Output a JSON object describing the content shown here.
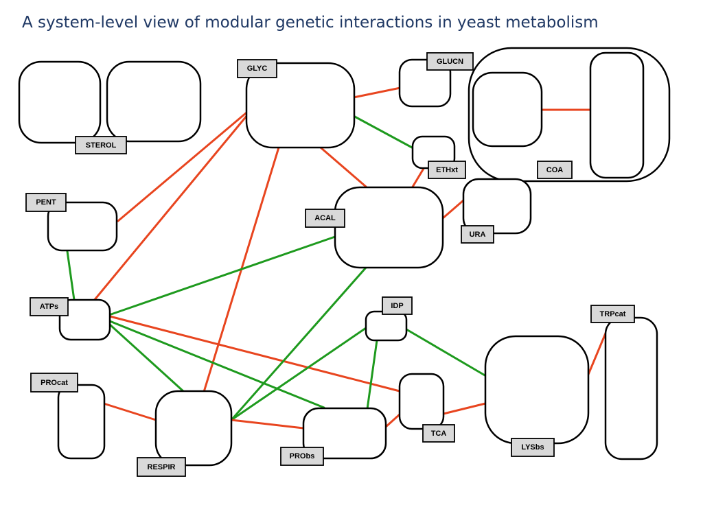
{
  "title": "A system-level view of modular genetic interactions in yeast metabolism",
  "colors": {
    "negative": "#e8451f",
    "positive": "#1e9a1e",
    "label_fill": "#d9d9d9",
    "title": "#1f3864"
  },
  "labels": {
    "STEROL": "STEROL",
    "GLYC": "GLYC",
    "GLUCN": "GLUCN",
    "ETHxt": "ETHxt",
    "COA": "COA",
    "PENT": "PENT",
    "ACAL": "ACAL",
    "URA": "URA",
    "ATPs": "ATPs",
    "IDP": "IDP",
    "TRPcat": "TRPcat",
    "PROcat": "PROcat",
    "TCA": "TCA",
    "LYSbs": "LYSbs",
    "PRObs": "PRObs",
    "RESPIR": "RESPIR"
  },
  "interactions": [
    {
      "from": "GLYC",
      "to": "GLUCN",
      "type": "negative"
    },
    {
      "from": "GLYC",
      "to": "ETHxt",
      "type": "positive"
    },
    {
      "from": "GLYC",
      "to": "ACAL",
      "type": "negative"
    },
    {
      "from": "GLYC",
      "to": "PENT",
      "type": "negative"
    },
    {
      "from": "GLYC",
      "to": "ATPs",
      "type": "negative"
    },
    {
      "from": "GLYC",
      "to": "RESPIR",
      "type": "negative"
    },
    {
      "from": "COA",
      "to": "COA",
      "type": "negative"
    },
    {
      "from": "ETHxt",
      "to": "ACAL",
      "type": "negative"
    },
    {
      "from": "URA",
      "to": "ACAL",
      "type": "negative"
    },
    {
      "from": "PENT",
      "to": "ATPs",
      "type": "positive"
    },
    {
      "from": "ATPs",
      "to": "ACAL",
      "type": "positive"
    },
    {
      "from": "ATPs",
      "to": "RESPIR",
      "type": "positive"
    },
    {
      "from": "ATPs",
      "to": "PRObs",
      "type": "positive"
    },
    {
      "from": "ATPs",
      "to": "TCA",
      "type": "negative"
    },
    {
      "from": "ACAL",
      "to": "RESPIR",
      "type": "positive"
    },
    {
      "from": "IDP",
      "to": "RESPIR",
      "type": "positive"
    },
    {
      "from": "IDP",
      "to": "PRObs",
      "type": "positive"
    },
    {
      "from": "IDP",
      "to": "LYSbs",
      "type": "positive"
    },
    {
      "from": "PROcat",
      "to": "RESPIR",
      "type": "negative"
    },
    {
      "from": "RESPIR",
      "to": "PRObs",
      "type": "negative"
    },
    {
      "from": "PRObs",
      "to": "TCA",
      "type": "negative"
    },
    {
      "from": "TCA",
      "to": "LYSbs",
      "type": "negative"
    },
    {
      "from": "LYSbs",
      "to": "TRPcat",
      "type": "negative"
    }
  ]
}
